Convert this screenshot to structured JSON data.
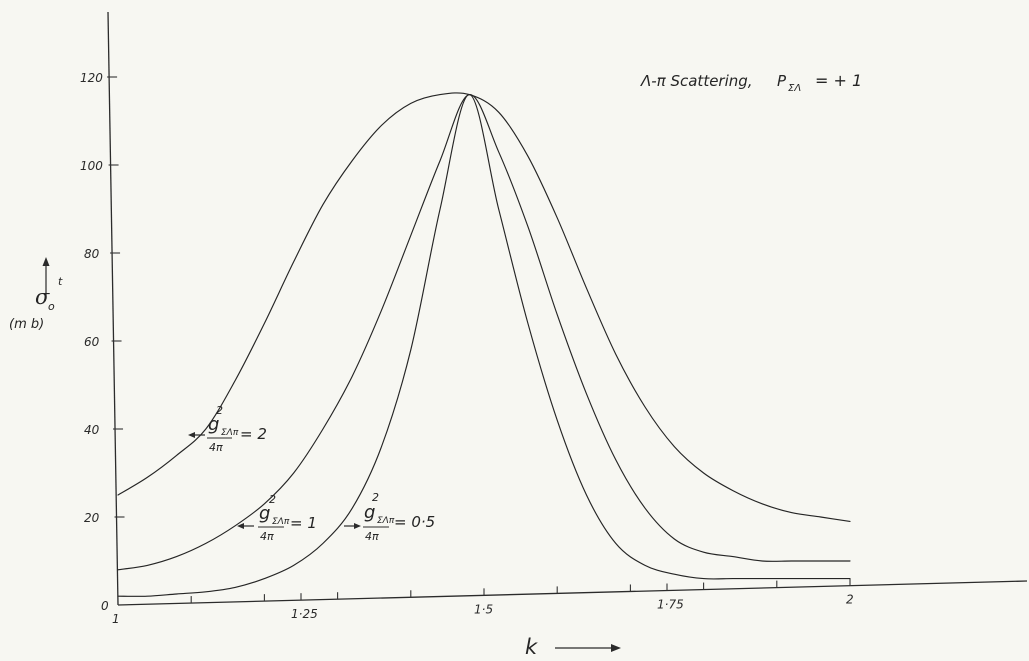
{
  "chart_data": {
    "type": "line",
    "title": "Λ-π Scattering, P_ΣΛ = + 1",
    "title_parts": {
      "main": "Λ-π Scattering,",
      "param_symbol": "P",
      "param_subscript": "ΣΛ",
      "param_value": "= + 1"
    },
    "xlabel": "k",
    "ylabel": "σ₀ᵗ (m b)",
    "ylabel_parts": {
      "symbol": "σ",
      "subscript": "o",
      "superscript": "t",
      "unit": "(m b)"
    },
    "xlim": [
      1,
      2
    ],
    "ylim": [
      0,
      130
    ],
    "x_ticks": [
      1,
      1.25,
      1.5,
      1.75,
      2
    ],
    "x_tick_labels": [
      "1",
      "1·25",
      "1·5",
      "1·75",
      "2"
    ],
    "y_ticks": [
      0,
      20,
      40,
      60,
      80,
      100,
      120
    ],
    "y_tick_labels": [
      "0",
      "20",
      "40",
      "60",
      "80",
      "100",
      "120"
    ],
    "grid": false,
    "legend": "in-plot-labels",
    "series": [
      {
        "name": "g²ΣΛπ/4π = 2",
        "label_parts": {
          "g": "g",
          "sup": "2",
          "sub": "ΣΛπ",
          "den": "4π",
          "value": "= 2"
        },
        "x": [
          1.0,
          1.04,
          1.08,
          1.12,
          1.16,
          1.2,
          1.24,
          1.28,
          1.32,
          1.36,
          1.4,
          1.44,
          1.48,
          1.52,
          1.56,
          1.6,
          1.64,
          1.68,
          1.72,
          1.76,
          1.8,
          1.84,
          1.88,
          1.92,
          1.96,
          2.0
        ],
        "values": [
          25.0,
          29.0,
          34.0,
          40.0,
          51.0,
          64.0,
          78.0,
          91.0,
          101.0,
          109.0,
          114.0,
          116.0,
          116.0,
          112.0,
          102.0,
          88.0,
          72.0,
          57.0,
          45.0,
          36.0,
          30.0,
          26.0,
          23.0,
          21.0,
          20.0,
          19.0
        ]
      },
      {
        "name": "g²ΣΛπ/4π = 1",
        "label_parts": {
          "g": "g",
          "sup": "2",
          "sub": "ΣΛπ",
          "den": "4π",
          "value": "= 1"
        },
        "x": [
          1.0,
          1.04,
          1.08,
          1.12,
          1.16,
          1.2,
          1.24,
          1.28,
          1.32,
          1.36,
          1.4,
          1.44,
          1.48,
          1.52,
          1.56,
          1.6,
          1.64,
          1.68,
          1.72,
          1.76,
          1.8,
          1.84,
          1.88,
          1.92,
          1.96,
          2.0
        ],
        "values": [
          8.0,
          9.0,
          11.0,
          14.0,
          18.0,
          23.0,
          30.0,
          40.0,
          52.0,
          67.0,
          84.0,
          101.0,
          116.0,
          103.0,
          86.0,
          66.0,
          48.0,
          33.0,
          22.0,
          15.0,
          12.0,
          11.0,
          10.0,
          10.0,
          10.0,
          10.0
        ]
      },
      {
        "name": "g²ΣΛπ/4π = 0·5",
        "label_parts": {
          "g": "g",
          "sup": "2",
          "sub": "ΣΛπ",
          "den": "4π",
          "value": "= 0·5"
        },
        "x": [
          1.0,
          1.04,
          1.08,
          1.12,
          1.16,
          1.2,
          1.24,
          1.28,
          1.32,
          1.36,
          1.4,
          1.44,
          1.48,
          1.52,
          1.56,
          1.6,
          1.64,
          1.68,
          1.72,
          1.76,
          1.8,
          1.84,
          1.88,
          1.92,
          1.96,
          2.0
        ],
        "values": [
          2.0,
          2.0,
          2.5,
          3.0,
          4.0,
          6.0,
          9.0,
          14.0,
          22.0,
          36.0,
          58.0,
          90.0,
          116.0,
          90.0,
          64.0,
          42.0,
          25.0,
          14.0,
          9.0,
          7.0,
          6.0,
          6.0,
          6.0,
          6.0,
          6.0,
          6.0
        ]
      }
    ]
  }
}
